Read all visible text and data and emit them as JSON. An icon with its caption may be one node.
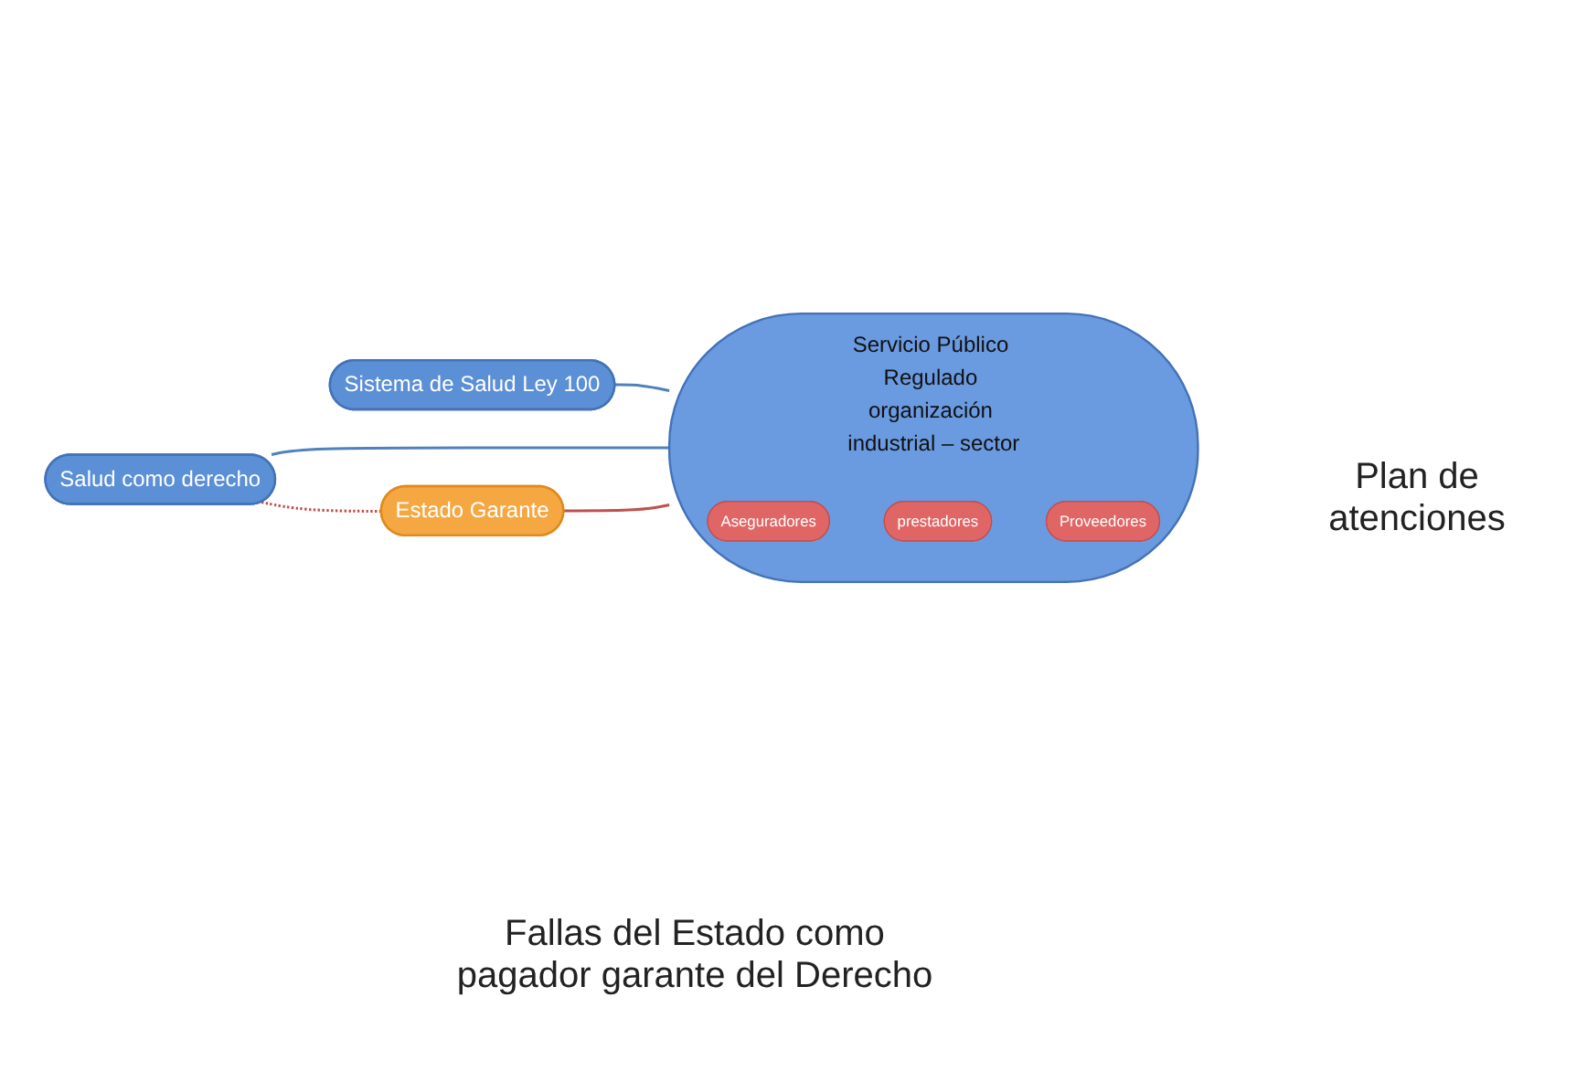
{
  "diagram": {
    "nodes": [
      {
        "text": [
          "Sistema de Salud Ley 100"
        ]
      },
      {
        "text": [
          "Salud como derecho"
        ]
      },
      {
        "text": [
          "Servicio Público Regulado organización industrial – sector"
        ]
      },
      {
        "text": [
          "Aseguradores"
        ],
        "in": 2
      },
      {
        "text": [
          "prestadores"
        ],
        "in": 2
      },
      {
        "text": [
          "Proveedores"
        ],
        "in": 2
      },
      {
        "text": [
          "Estado Garante"
        ]
      }
    ],
    "edges": [
      {
        "from": 0,
        "to": 2,
        "arrow": "none"
      },
      {
        "from": 1,
        "to": 2,
        "arrow": "none"
      },
      {
        "from": 1,
        "to": 6,
        "arrow": "none",
        "style": "dashed",
        "color": "#c0504d"
      },
      {
        "from": 6,
        "to": 2,
        "arrow": "none",
        "color": "#c0504d"
      }
    ],
    "labels": [
      "Plan de atenciones",
      "Fallas del Estado como pagador garante del Derecho"
    ]
  }
}
